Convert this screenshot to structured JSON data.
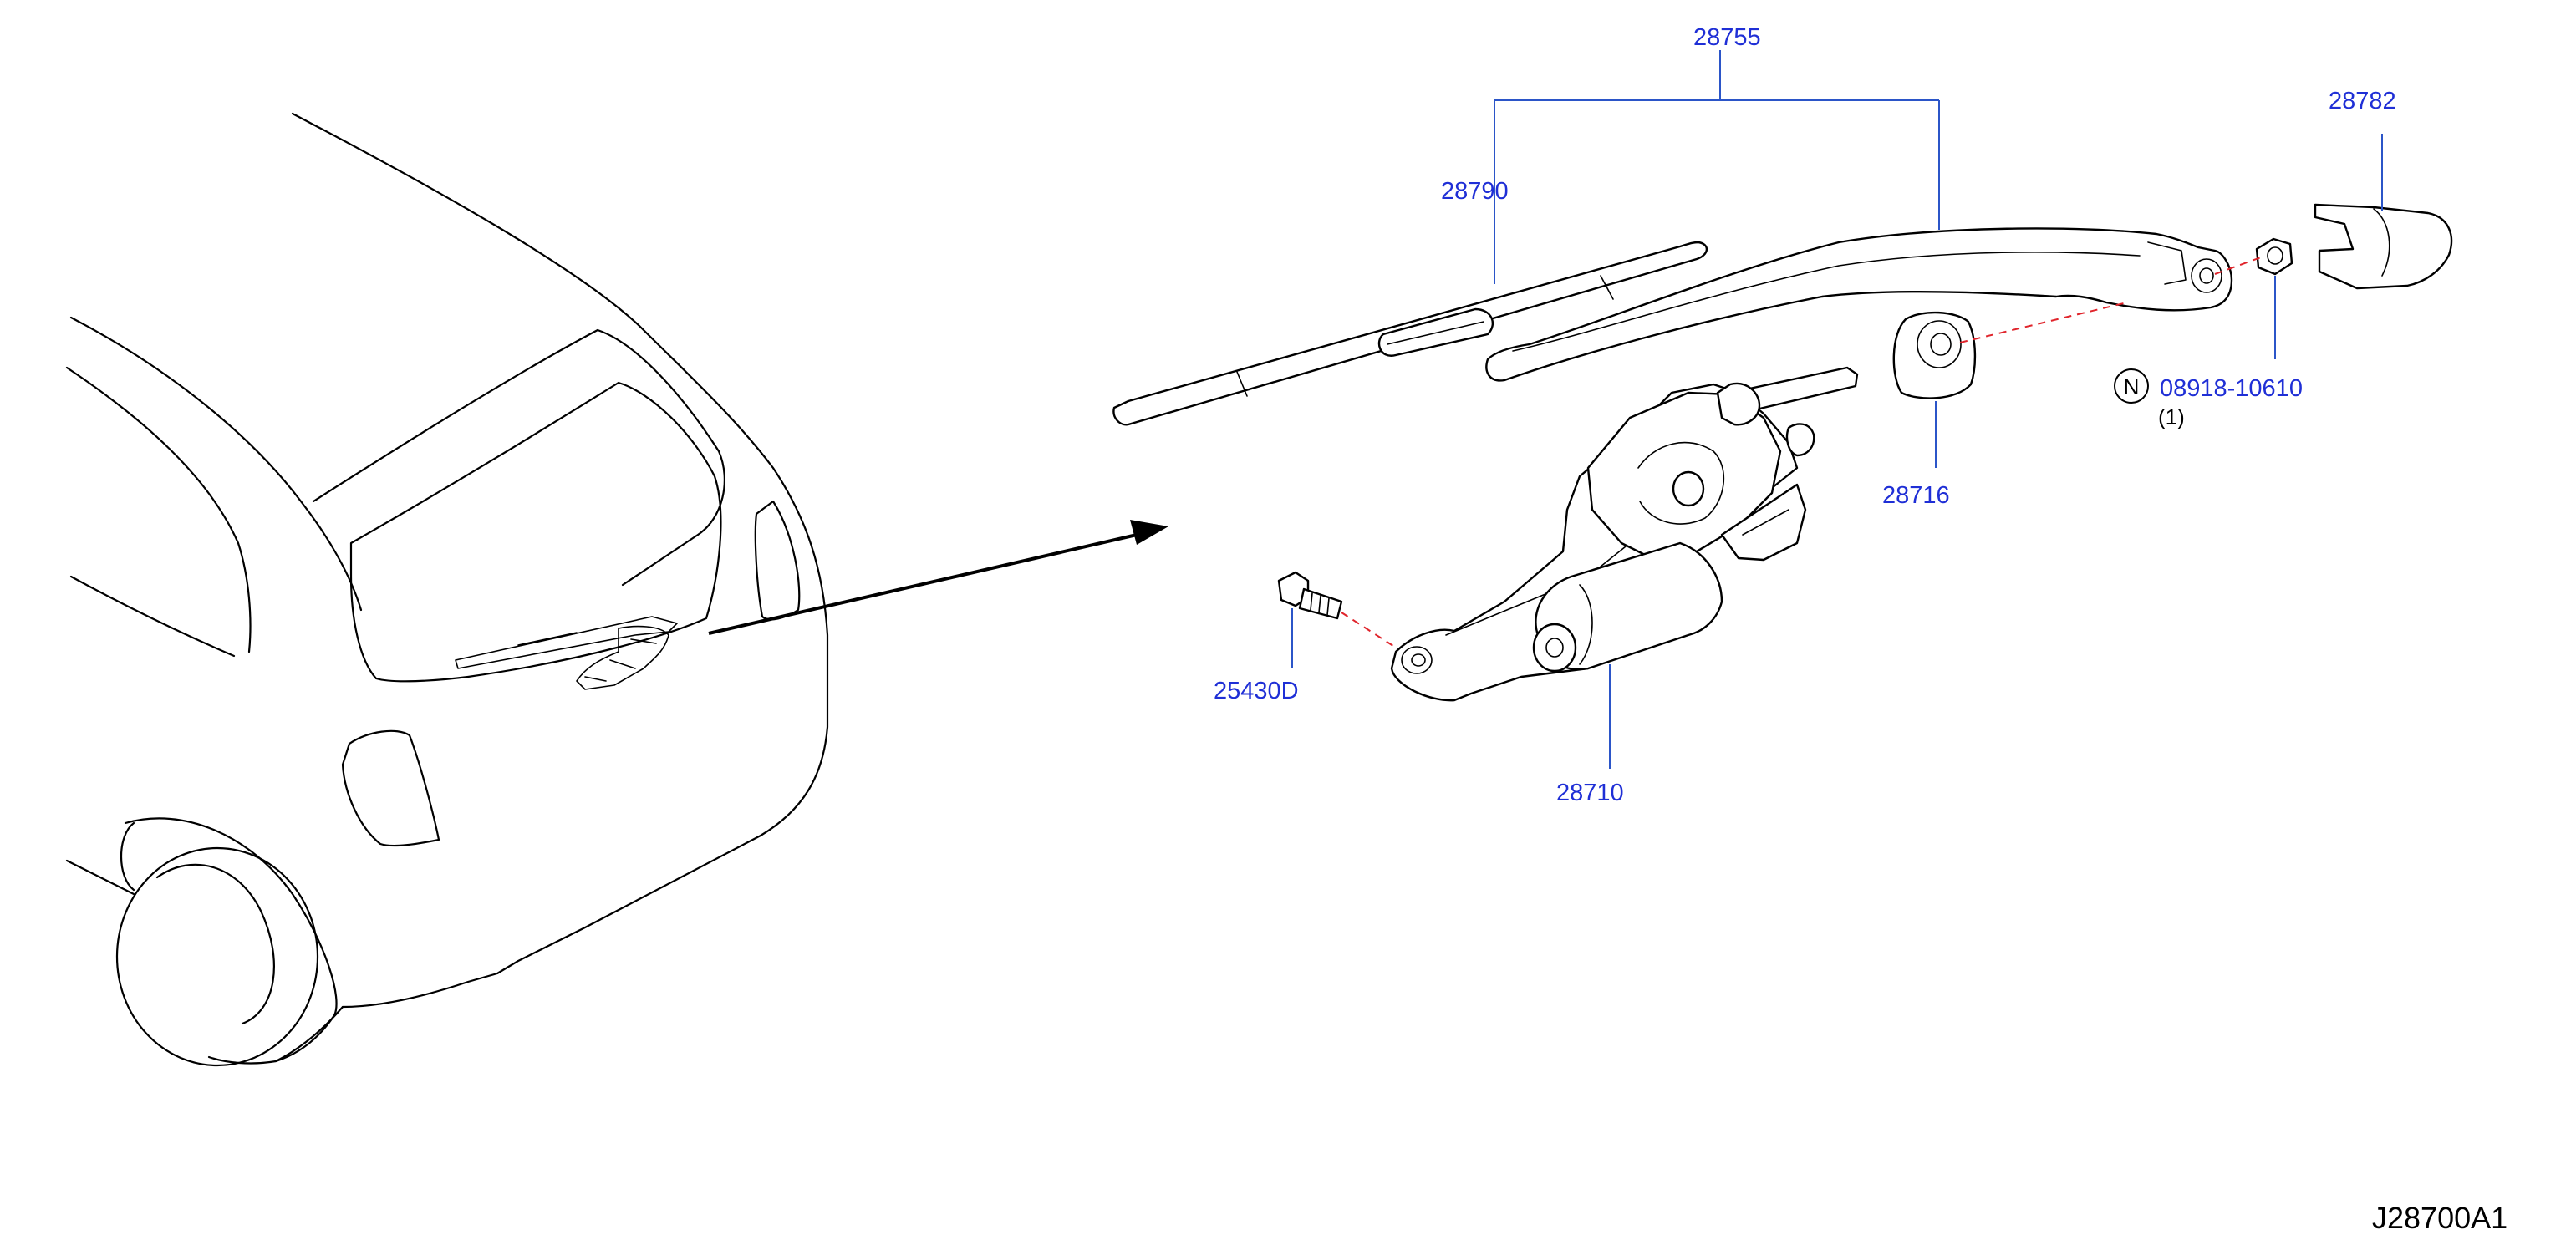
{
  "diagram": {
    "code": "J28700A1",
    "parts": [
      {
        "number": "28755"
      },
      {
        "number": "28790"
      },
      {
        "number": "28782"
      },
      {
        "number": "28716"
      },
      {
        "number": "08918-10610",
        "prefix_symbol": "N",
        "quantity": "(1)"
      },
      {
        "number": "25430D"
      },
      {
        "number": "28710"
      }
    ],
    "colors": {
      "part_label": "#1f2fd6",
      "leader_line": "#2b55c8",
      "alignment_line": "#e0242b",
      "linework": "#000000"
    }
  }
}
